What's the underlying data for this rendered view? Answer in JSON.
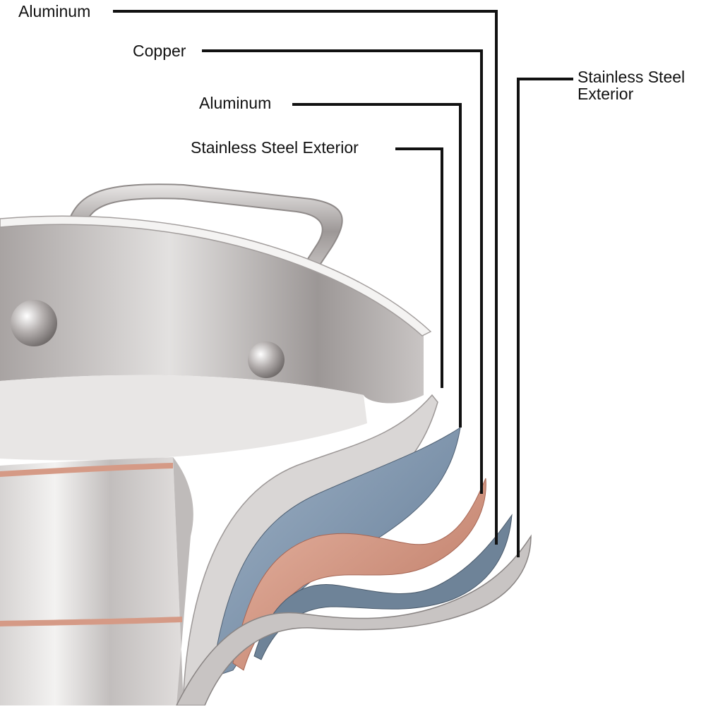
{
  "diagram": {
    "labels": {
      "aluminum_outer": "Aluminum",
      "copper": "Copper",
      "aluminum_inner": "Aluminum",
      "stainless_interior": "Stainless Steel Exterior",
      "stainless_exterior_line1": "Stainless Steel",
      "stainless_exterior_line2": "Exterior"
    },
    "colors": {
      "steel_light": "#e6e4e3",
      "steel_mid": "#bdb9b8",
      "steel_dark": "#8f8a89",
      "copper": "#d59a86",
      "copper_dark": "#b8745f",
      "aluminum_blue": "#7f95ad",
      "aluminum_blue_dark": "#56687d",
      "leader_line": "#111111"
    }
  }
}
